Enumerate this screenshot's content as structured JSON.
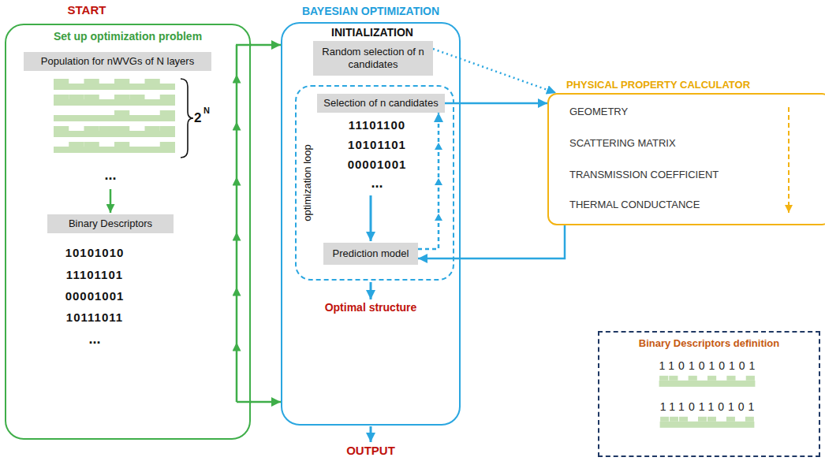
{
  "diagram": {
    "nodes": [
      {
        "text": [
          "Set up optimization problem",
          "...",
          "10101010",
          "11101101",
          "00001001",
          "10111011",
          "..."
        ]
      },
      {
        "text": [
          "Population for nWVGs of N layers"
        ],
        "in": 0
      },
      {
        "text": [
          "Binary Descriptors"
        ],
        "in": 0
      },
      {
        "text": [
          "BAYESIAN OPTIMIZATION",
          "INITIALIZATION"
        ]
      },
      {
        "text": [
          "Random selection of n candidates"
        ],
        "in": 3
      },
      {
        "text": [
          "optimization loop",
          "11101100",
          "10101101",
          "00001001",
          "..."
        ],
        "in": 3
      },
      {
        "text": [
          "Selection of n candidates"
        ],
        "in": 5
      },
      {
        "text": [
          "Prediction model"
        ],
        "in": 5
      },
      {
        "text": [
          "PHYSICAL PROPERTY CALCULATOR",
          "GEOMETRY",
          "SCATTERING MATRIX",
          "TRANSMISSION COEFFICIENT",
          "THERMAL CONDUCTANCE"
        ]
      },
      {
        "text": [
          "Binary Descriptors definition",
          "1101010101",
          "1110110101"
        ]
      }
    ],
    "edges": [
      {
        "from": 0,
        "to": 3,
        "arrow": "to"
      },
      {
        "from": 0,
        "to": 3,
        "arrow": "to"
      },
      {
        "from": 6,
        "to": 8,
        "arrow": "to"
      },
      {
        "from": 4,
        "to": 8,
        "arrow": "to"
      },
      {
        "from": 8,
        "to": 7,
        "arrow": "to"
      },
      {
        "from": 7,
        "to": 6,
        "arrow": "to"
      }
    ],
    "labels": [
      "START",
      "2",
      "N",
      "Optimal structure",
      "OUTPUT"
    ]
  }
}
